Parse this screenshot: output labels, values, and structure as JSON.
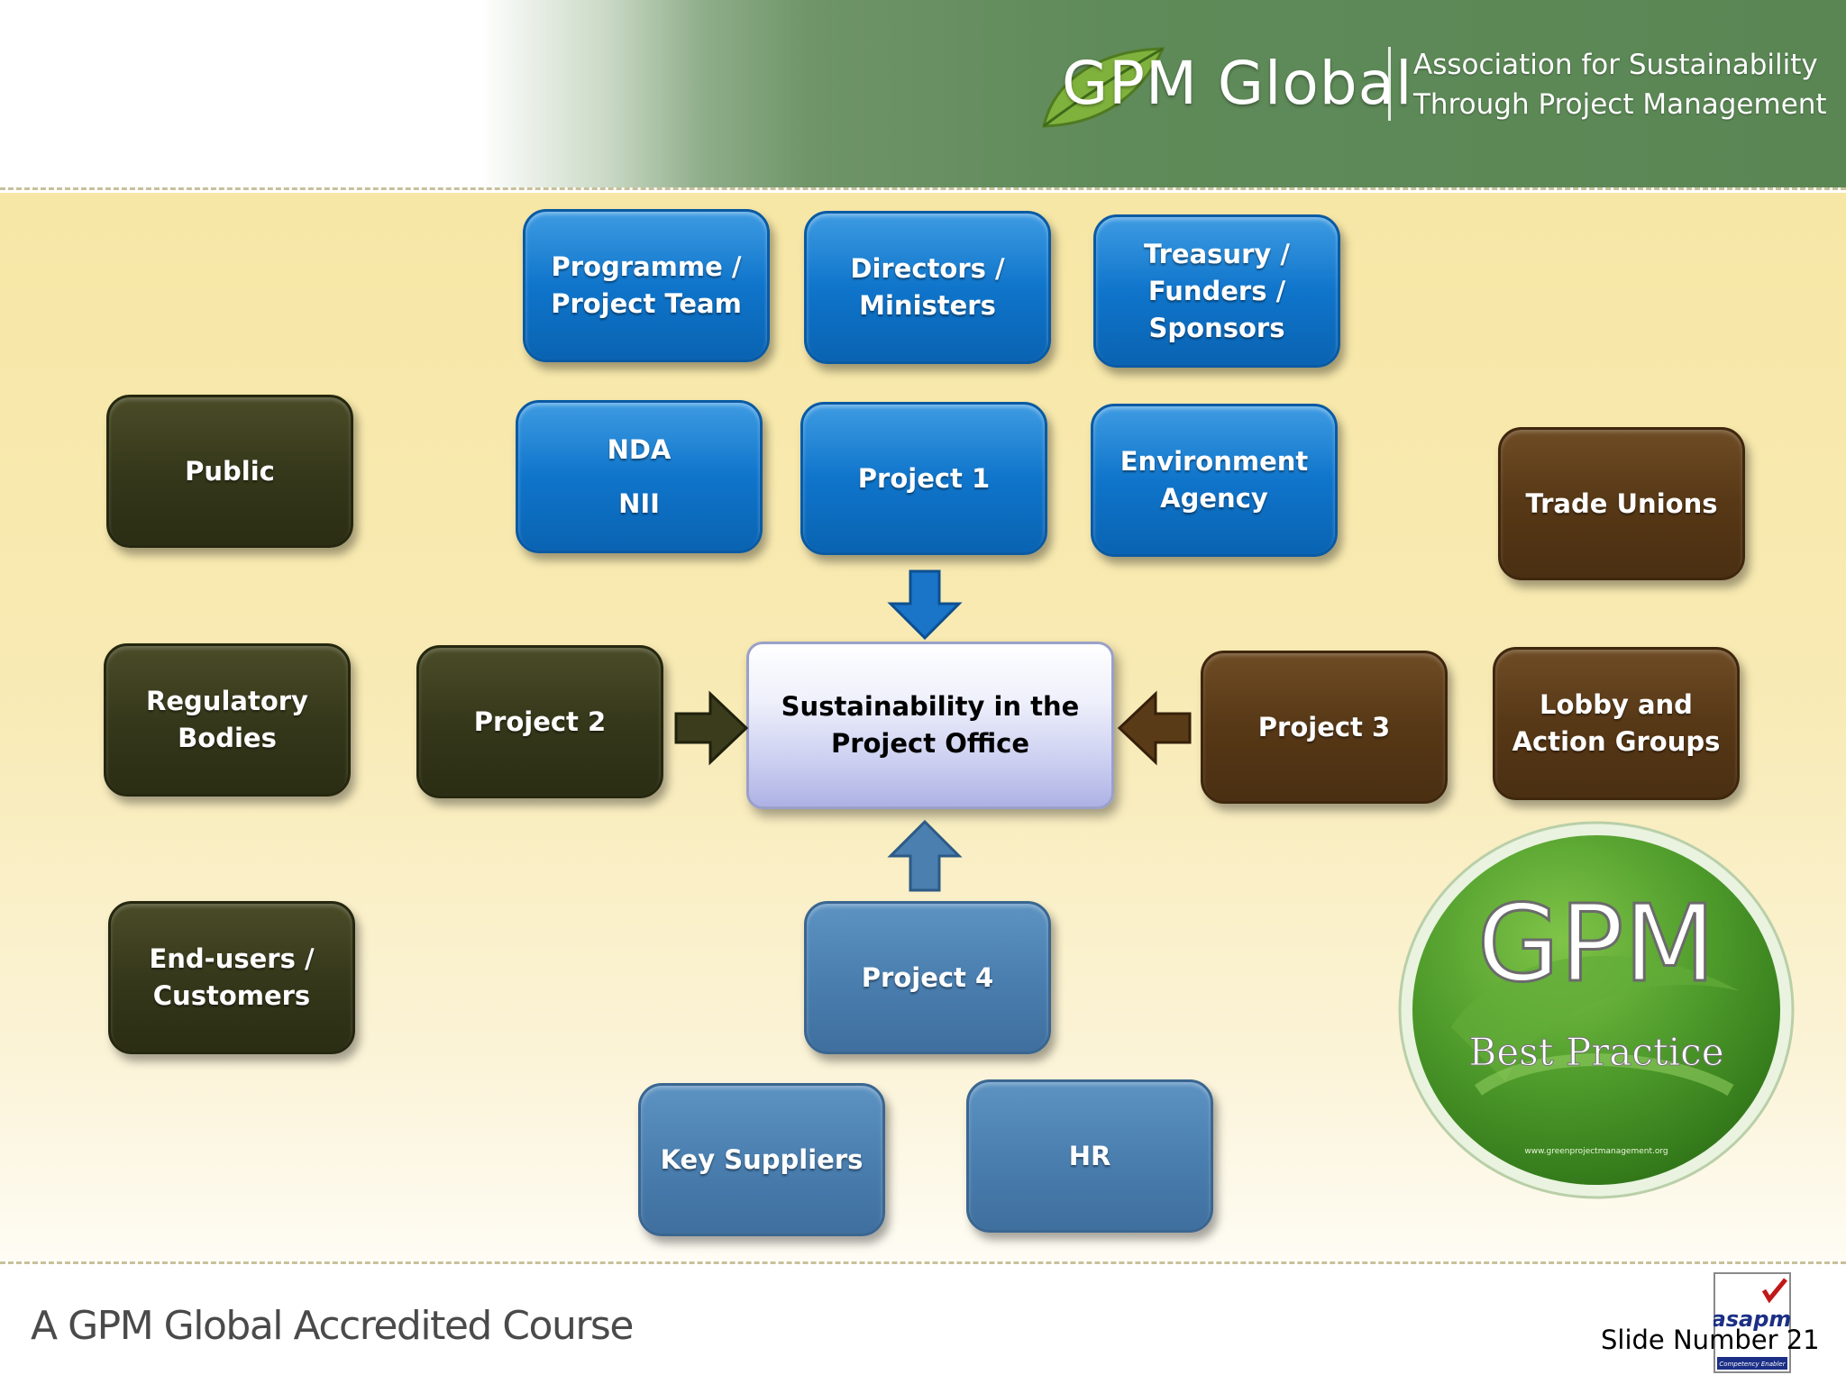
{
  "header": {
    "logo_text": "GPM Global",
    "tagline_line1": "Association for Sustainability",
    "tagline_line2": "Through Project Management"
  },
  "diagram": {
    "center": "Sustainability in the\nProject Office",
    "top_row": [
      "Programme /\nProject Team",
      "Directors /\nMinisters",
      "Treasury /\nFunders /\nSponsors"
    ],
    "second_row": [
      "NDA\n\nNII",
      "Project 1",
      "Environment\nAgency"
    ],
    "left_column": [
      "Public",
      "Regulatory\nBodies",
      "End-users /\nCustomers"
    ],
    "project2": "Project 2",
    "project3": "Project 3",
    "right_column": [
      "Trade Unions",
      "Lobby and\nAction Groups"
    ],
    "project4": "Project 4",
    "bottom_row": [
      "Key Suppliers",
      "HR"
    ]
  },
  "badge": {
    "title": "GPM",
    "subtitle": "Best Practice",
    "url": "www.greenprojectmanagement.org"
  },
  "footer": {
    "course": "A GPM Global Accredited Course",
    "slide_number": "Slide Number 21",
    "asapm_logo": "asapm",
    "asapm_tagline": "Competency Enabler"
  },
  "colors": {
    "blue_box": "#0f75cb",
    "steel_box": "#4a7fb0",
    "olive_box": "#36381b",
    "brown_box": "#573816",
    "center_box": "#c9ccef",
    "header_green": "#5a8654"
  }
}
